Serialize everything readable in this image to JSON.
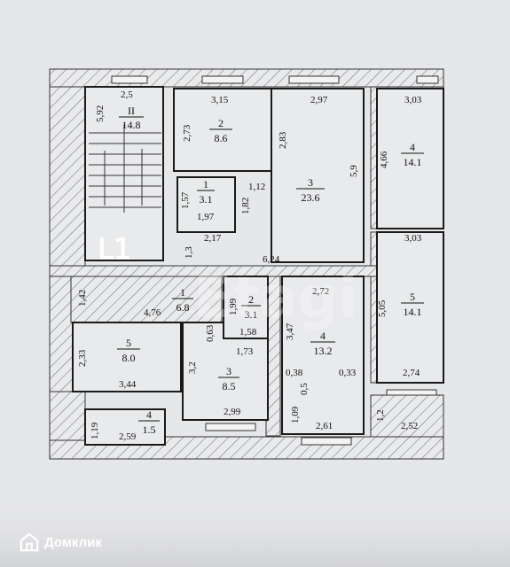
{
  "brand": {
    "name": "Домклик",
    "logo_icon": "domclick-house-icon"
  },
  "watermark": "Etagi",
  "corner_mark": "L1",
  "rooms": [
    {
      "id": "upper-1",
      "num": "1",
      "area": "3.1"
    },
    {
      "id": "upper-2",
      "num": "2",
      "area": "8.6"
    },
    {
      "id": "upper-3",
      "num": "3",
      "area": "23.6"
    },
    {
      "id": "upper-4",
      "num": "4",
      "area": "14.1"
    },
    {
      "id": "upper-5",
      "num": "5",
      "area": "14.1"
    },
    {
      "id": "stair",
      "num": "II",
      "area": "14.8"
    },
    {
      "id": "lower-1",
      "num": "1",
      "area": "6.8"
    },
    {
      "id": "lower-2",
      "num": "2",
      "area": "3.1"
    },
    {
      "id": "lower-3",
      "num": "3",
      "area": "8.5"
    },
    {
      "id": "lower-4",
      "num": "4",
      "area": "13.2"
    },
    {
      "id": "lower-5",
      "num": "5",
      "area": "8.0"
    },
    {
      "id": "lower-4b",
      "num": "4",
      "area": "1.5"
    }
  ],
  "dimensions": [
    "2,5",
    "5,92",
    "3,15",
    "2,73",
    "2,97",
    "3,03",
    "2,83",
    "4,66",
    "1,12",
    "1,57",
    "1,82",
    "5,9",
    "1,97",
    "2,17",
    "1,3",
    "6,24",
    "3,03",
    "1,42",
    "2,72",
    "1,99",
    "5,05",
    "4,76",
    "1,58",
    "3,47",
    "0,63",
    "2,33",
    "1,73",
    "3,2",
    "3,44",
    "0,38",
    "0,33",
    "2,74",
    "0,5",
    "2,99",
    "1,09",
    "1,19",
    "2,61",
    "1,2",
    "2,52",
    "2,59"
  ]
}
